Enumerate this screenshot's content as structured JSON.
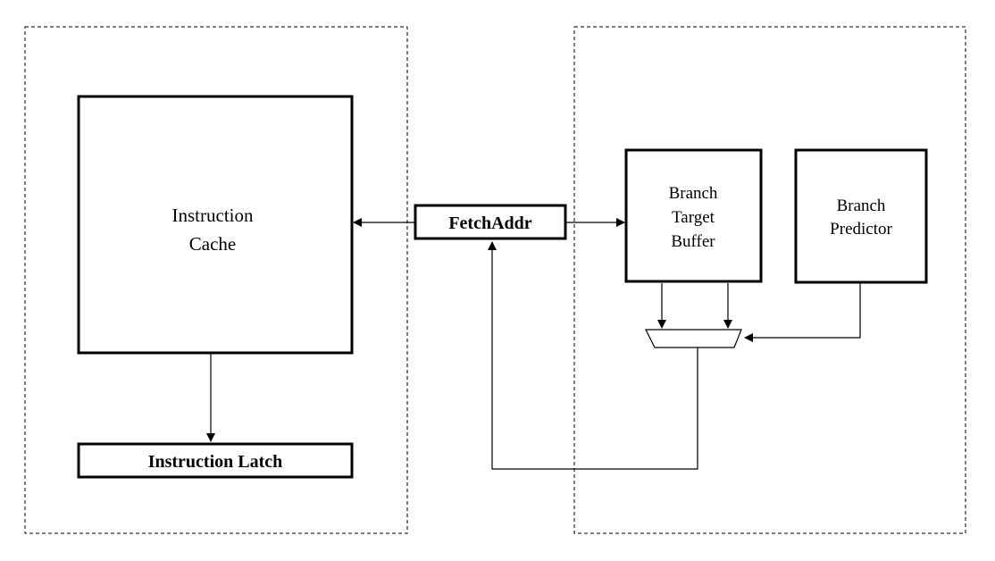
{
  "blocks": {
    "instruction_cache": {
      "line1": "Instruction",
      "line2": "Cache"
    },
    "instruction_latch": {
      "label": "Instruction Latch"
    },
    "fetch_addr": {
      "label": "FetchAddr"
    },
    "branch_target_buffer": {
      "line1": "Branch",
      "line2": "Target",
      "line3": "Buffer"
    },
    "branch_predictor": {
      "line1": "Branch",
      "line2": "Predictor"
    }
  },
  "colors": {
    "stroke": "#000000",
    "background": "#ffffff"
  }
}
